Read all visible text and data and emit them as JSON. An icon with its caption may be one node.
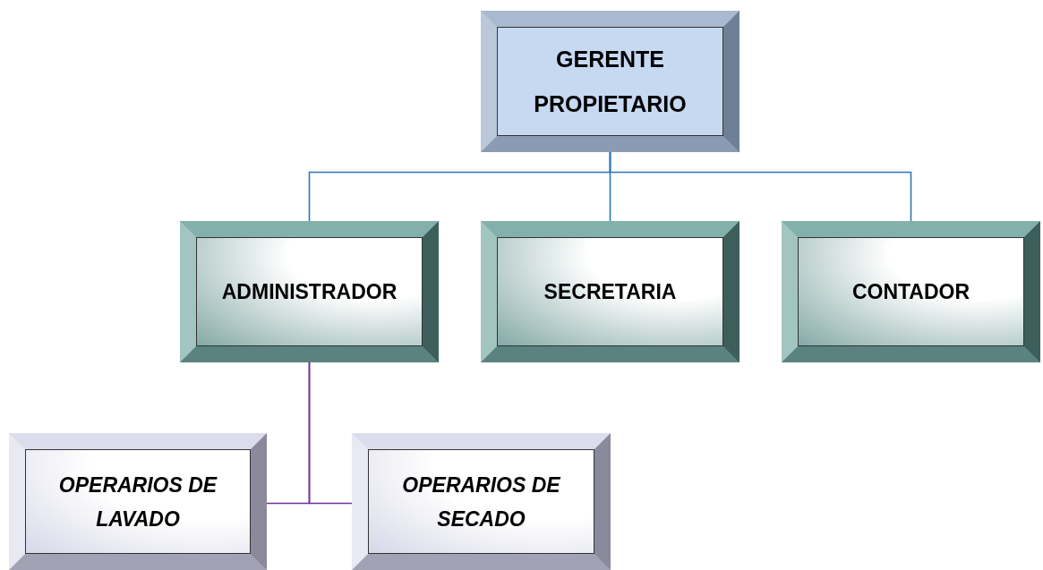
{
  "diagram": {
    "nodes": [
      {
        "text": [
          "GERENTE PROPIETARIO"
        ]
      },
      {
        "text": [
          "ADMINISTRADOR"
        ]
      },
      {
        "text": [
          "SECRETARIA"
        ]
      },
      {
        "text": [
          "CONTADOR"
        ]
      },
      {
        "text": [
          "OPERARIOS DE LAVADO"
        ]
      },
      {
        "text": [
          "OPERARIOS DE SECADO"
        ]
      }
    ],
    "edges": [
      {
        "from": 0,
        "to": 1,
        "arrow": "none"
      },
      {
        "from": 0,
        "to": 2,
        "arrow": "none"
      },
      {
        "from": 0,
        "to": 3,
        "arrow": "none"
      },
      {
        "from": 1,
        "to": 4,
        "arrow": "none",
        "color": "#7030a0"
      },
      {
        "from": 1,
        "to": 5,
        "arrow": "none",
        "color": "#7030a0"
      }
    ]
  }
}
